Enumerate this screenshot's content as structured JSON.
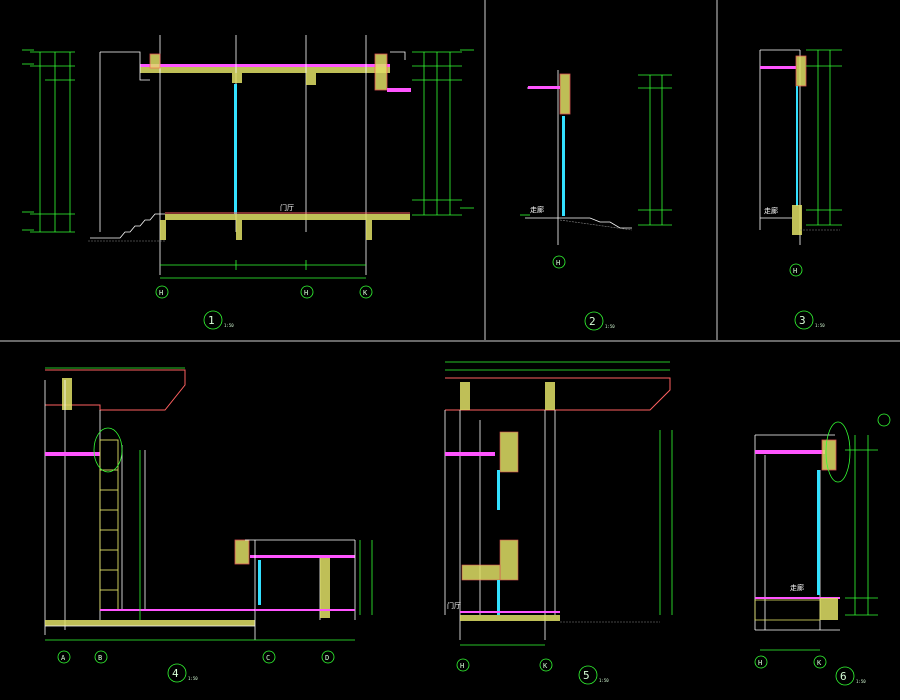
{
  "colors": {
    "background": "#000000",
    "frame": "#cfcfcf",
    "dimension": "#33ff33",
    "structure": "#ffffff",
    "slab": "#ff55ff",
    "glass": "#33e0ff",
    "hatch": "#e0e066",
    "wall_red": "#ff6060",
    "yellow": "#ffff44"
  },
  "details": [
    {
      "number": "1",
      "sublabel": "1:50",
      "grid_labels": [
        "H",
        "H",
        "K"
      ],
      "room_label": "门厅"
    },
    {
      "number": "2",
      "sublabel": "1:50",
      "grid_labels": [
        "H"
      ],
      "room_label": "走廊"
    },
    {
      "number": "3",
      "sublabel": "1:50",
      "grid_labels": [
        "H"
      ],
      "room_label": "走廊"
    },
    {
      "number": "4",
      "sublabel": "1:50",
      "grid_labels": [
        "A",
        "B",
        "C",
        "D"
      ],
      "room_label": ""
    },
    {
      "number": "5",
      "sublabel": "1:50",
      "grid_labels": [
        "H",
        "K"
      ],
      "room_label": "门厅"
    },
    {
      "number": "6",
      "sublabel": "1:50",
      "grid_labels": [
        "H",
        "K"
      ],
      "room_label": "走廊"
    }
  ]
}
